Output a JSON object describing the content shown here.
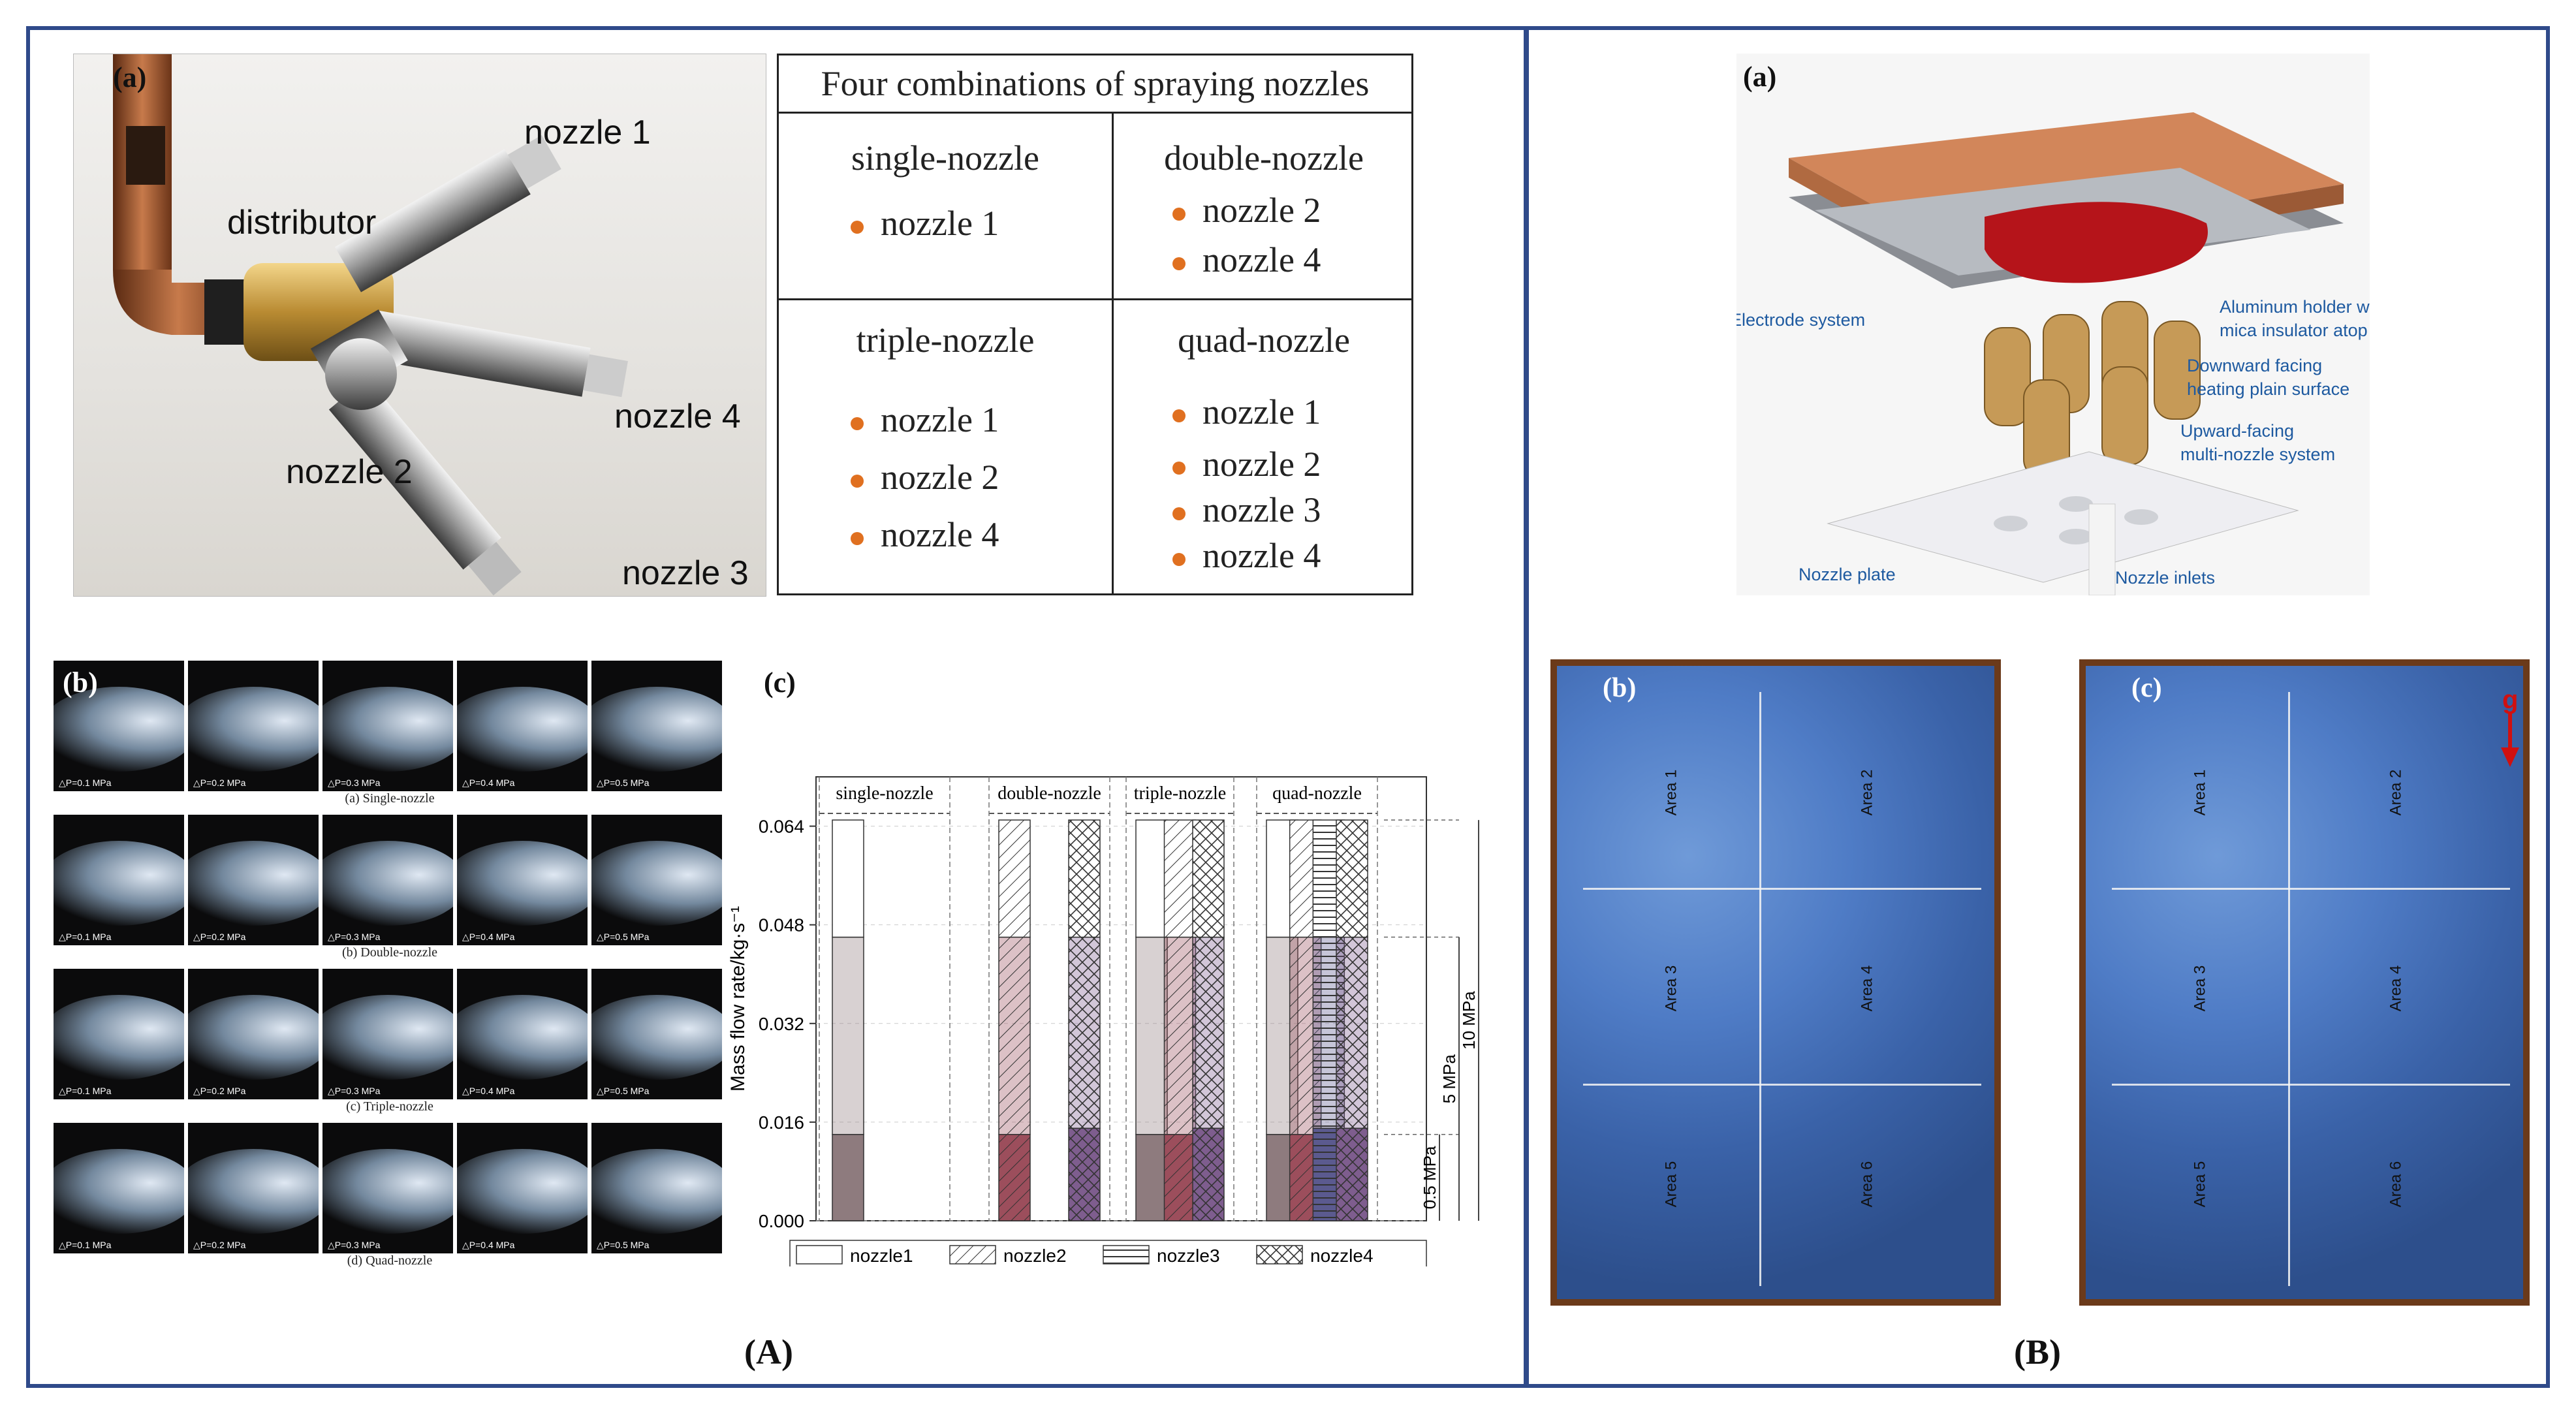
{
  "panelA": {
    "tag": "(A)",
    "photo": {
      "tag": "(a)",
      "labels": {
        "n1": "nozzle 1",
        "dist": "distributor",
        "n4": "nozzle 4",
        "n2": "nozzle 2",
        "n3": "nozzle 3"
      }
    },
    "table": {
      "title": "Four combinations of spraying nozzles",
      "single": {
        "title": "single-nozzle",
        "items": [
          "nozzle 1"
        ]
      },
      "double": {
        "title": "double-nozzle",
        "items": [
          "nozzle 2",
          "nozzle 4"
        ]
      },
      "triple": {
        "title": "triple-nozzle",
        "items": [
          "nozzle 1",
          "nozzle 2",
          "nozzle 4"
        ]
      },
      "quad": {
        "title": "quad-nozzle",
        "items": [
          "nozzle 1",
          "nozzle 2",
          "nozzle 3",
          "nozzle 4"
        ]
      }
    },
    "sprays": {
      "tag": "(b)",
      "pressures": [
        "△P=0.1 MPa",
        "△P=0.2 MPa",
        "△P=0.3 MPa",
        "△P=0.4 MPa",
        "△P=0.5 MPa"
      ],
      "rows": [
        "(a) Single-nozzle",
        "(b) Double-nozzle",
        "(c) Triple-nozzle",
        "(d) Quad-nozzle"
      ]
    },
    "chartTag": "(c)"
  },
  "panelB": {
    "tag": "(B)",
    "render": {
      "tag": "(a)",
      "electrode": "Electrode system",
      "holder": "Aluminum holder with\nmica insulator atop",
      "downward": "Downward facing\nheating plain surface",
      "upward": "Upward-facing\nmulti-nozzle system",
      "plate": "Nozzle plate",
      "inlets": "Nozzle inlets"
    },
    "flowB": {
      "tag": "(b)",
      "areas": [
        "Area 1",
        "Area 2",
        "Area 3",
        "Area 4",
        "Area 5",
        "Area 6"
      ]
    },
    "flowC": {
      "tag": "(c)",
      "areas": [
        "Area 1",
        "Area 2",
        "Area 3",
        "Area 4",
        "Area 5",
        "Area 6"
      ],
      "gravity": "g"
    }
  },
  "chart_data": {
    "type": "bar",
    "ylabel": "Mass flow rate/kg·s⁻¹",
    "yticks": [
      "0.000",
      "0.016",
      "0.032",
      "0.048",
      "0.064"
    ],
    "ylim": [
      0,
      0.072
    ],
    "groups": [
      "single-nozzle",
      "double-nozzle",
      "triple-nozzle",
      "quad-nozzle"
    ],
    "pressure_levels": [
      "0.5 MPa",
      "5 MPa",
      "10 MPa"
    ],
    "level_values": [
      0.014,
      0.046,
      0.065
    ],
    "bars": [
      {
        "group": "single-nozzle",
        "nozzle": "nozzle1",
        "values": [
          0.014,
          0.046,
          0.065
        ]
      },
      {
        "group": "double-nozzle",
        "nozzle": "nozzle2",
        "values": [
          0.014,
          0.046,
          0.065
        ]
      },
      {
        "group": "double-nozzle",
        "nozzle": "nozzle4",
        "values": [
          0.015,
          0.046,
          0.065
        ]
      },
      {
        "group": "triple-nozzle",
        "nozzle": "nozzle1",
        "values": [
          0.014,
          0.046,
          0.065
        ]
      },
      {
        "group": "triple-nozzle",
        "nozzle": "nozzle2",
        "values": [
          0.014,
          0.046,
          0.065
        ]
      },
      {
        "group": "triple-nozzle",
        "nozzle": "nozzle4",
        "values": [
          0.015,
          0.046,
          0.065
        ]
      },
      {
        "group": "quad-nozzle",
        "nozzle": "nozzle1",
        "values": [
          0.014,
          0.046,
          0.065
        ]
      },
      {
        "group": "quad-nozzle",
        "nozzle": "nozzle2",
        "values": [
          0.014,
          0.046,
          0.065
        ]
      },
      {
        "group": "quad-nozzle",
        "nozzle": "nozzle3",
        "values": [
          0.015,
          0.046,
          0.065
        ]
      },
      {
        "group": "quad-nozzle",
        "nozzle": "nozzle4",
        "values": [
          0.015,
          0.046,
          0.065
        ]
      }
    ],
    "legend": [
      "nozzle1",
      "nozzle2",
      "nozzle3",
      "nozzle4"
    ],
    "colors": {
      "nozzle1": "#8e7b7e",
      "nozzle2": "#9c4e5c",
      "nozzle3": "#5b5a8f",
      "nozzle4": "#7e5d8e"
    }
  }
}
